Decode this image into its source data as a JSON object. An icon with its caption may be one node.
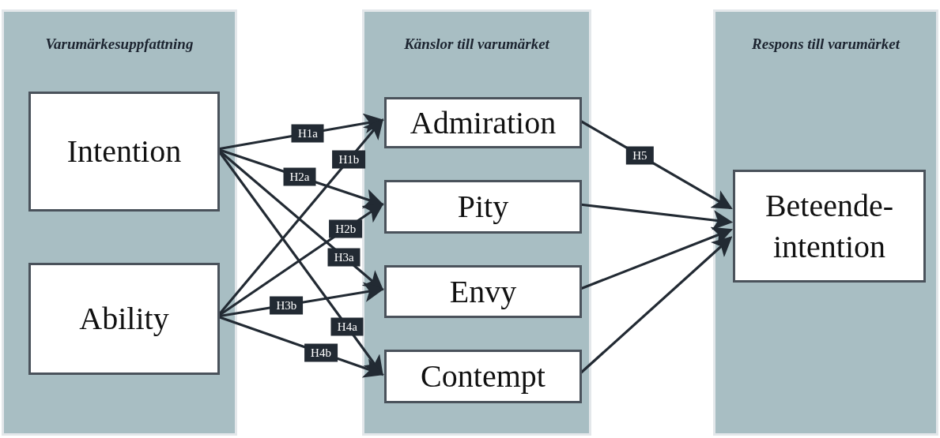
{
  "diagram": {
    "nodes": [
      {
        "text": [
          "Varumärkesuppfattning"
        ]
      },
      {
        "text": [
          "Intention"
        ],
        "in": 0
      },
      {
        "text": [
          "Ability"
        ],
        "in": 0
      },
      {
        "text": [
          "Känslor till varumärket"
        ]
      },
      {
        "text": [
          "Admiration"
        ],
        "in": 3
      },
      {
        "text": [
          "Pity"
        ],
        "in": 3
      },
      {
        "text": [
          "Envy"
        ],
        "in": 3
      },
      {
        "text": [
          "Contempt"
        ],
        "in": 3
      },
      {
        "text": [
          "Respons till varumärket"
        ]
      },
      {
        "text": [
          "Beteende- intention"
        ],
        "in": 8
      }
    ],
    "edges": [
      {
        "from": 1,
        "to": 4,
        "arrow": "to",
        "label": "H1a"
      },
      {
        "from": 2,
        "to": 4,
        "arrow": "to",
        "label": "H1b"
      },
      {
        "from": 1,
        "to": 5,
        "arrow": "to",
        "label": "H2a"
      },
      {
        "from": 2,
        "to": 5,
        "arrow": "to",
        "label": "H2b"
      },
      {
        "from": 1,
        "to": 6,
        "arrow": "to",
        "label": "H3a"
      },
      {
        "from": 2,
        "to": 6,
        "arrow": "to",
        "label": "H3b"
      },
      {
        "from": 1,
        "to": 7,
        "arrow": "to",
        "label": "H4a"
      },
      {
        "from": 2,
        "to": 7,
        "arrow": "to",
        "label": "H4b"
      },
      {
        "from": 4,
        "to": 9,
        "arrow": "to",
        "label": "H5"
      },
      {
        "from": 5,
        "to": 9,
        "arrow": "to"
      },
      {
        "from": 6,
        "to": 9,
        "arrow": "to"
      },
      {
        "from": 7,
        "to": 9,
        "arrow": "to"
      }
    ]
  }
}
